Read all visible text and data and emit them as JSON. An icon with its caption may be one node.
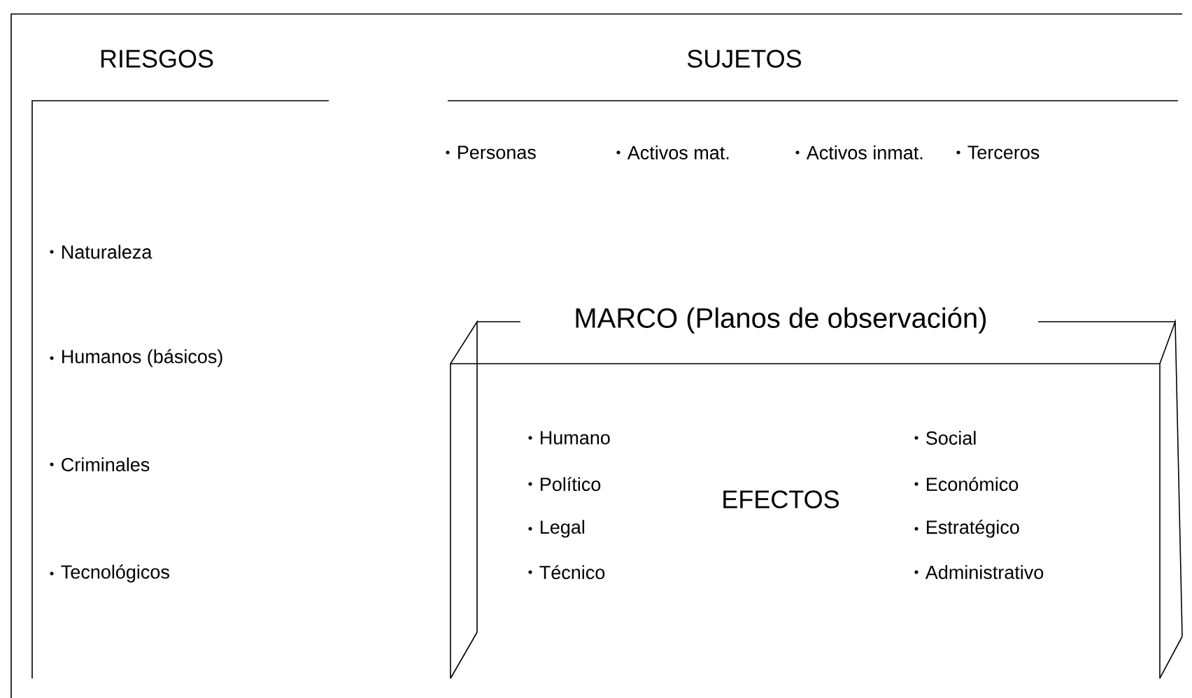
{
  "diagram": {
    "nodes": [
      {
        "text": [
          "RIESGOS",
          "Naturaleza",
          "Humanos (básicos)",
          "Criminales",
          "Tecnológicos"
        ]
      },
      {
        "text": [
          "SUJETOS",
          "Personas",
          "Activos mat.",
          "Activos inmat.",
          "Terceros"
        ]
      },
      {
        "text": [
          "MARCO (Planos de observación)",
          "EFECTOS",
          "Humano",
          "Político",
          "Legal",
          "Técnico",
          "Social",
          "Económico",
          "Estratégico",
          "Administrativo"
        ]
      }
    ]
  }
}
